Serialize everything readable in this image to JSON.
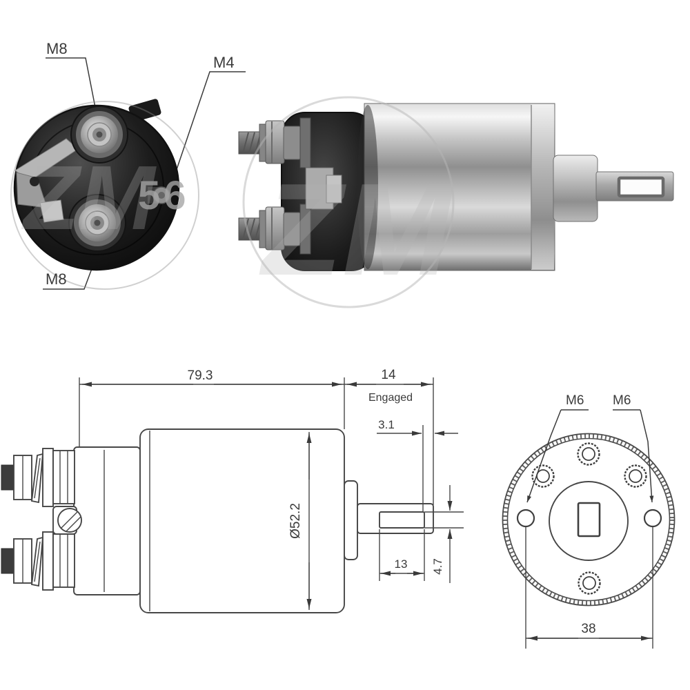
{
  "watermark": {
    "logo": "ZM",
    "digits": "56"
  },
  "front_view": {
    "label_top_terminal": "M8",
    "label_aux_terminal": "M4",
    "label_bottom_terminal": "M8"
  },
  "side_drawing": {
    "dim_overall_length": "79.3",
    "dim_stroke": "14",
    "stroke_note": "Engaged",
    "dim_pin_protrusion": "3.1",
    "dim_body_diameter": "Ø52.2",
    "dim_slot_length": "13",
    "dim_slot_width": "4.7"
  },
  "end_view": {
    "label_hole_left": "M6",
    "label_hole_right": "M6",
    "dim_hole_spacing": "38"
  },
  "colors": {
    "background": "#ffffff",
    "line": "#464646",
    "text": "#3a3a3a"
  }
}
